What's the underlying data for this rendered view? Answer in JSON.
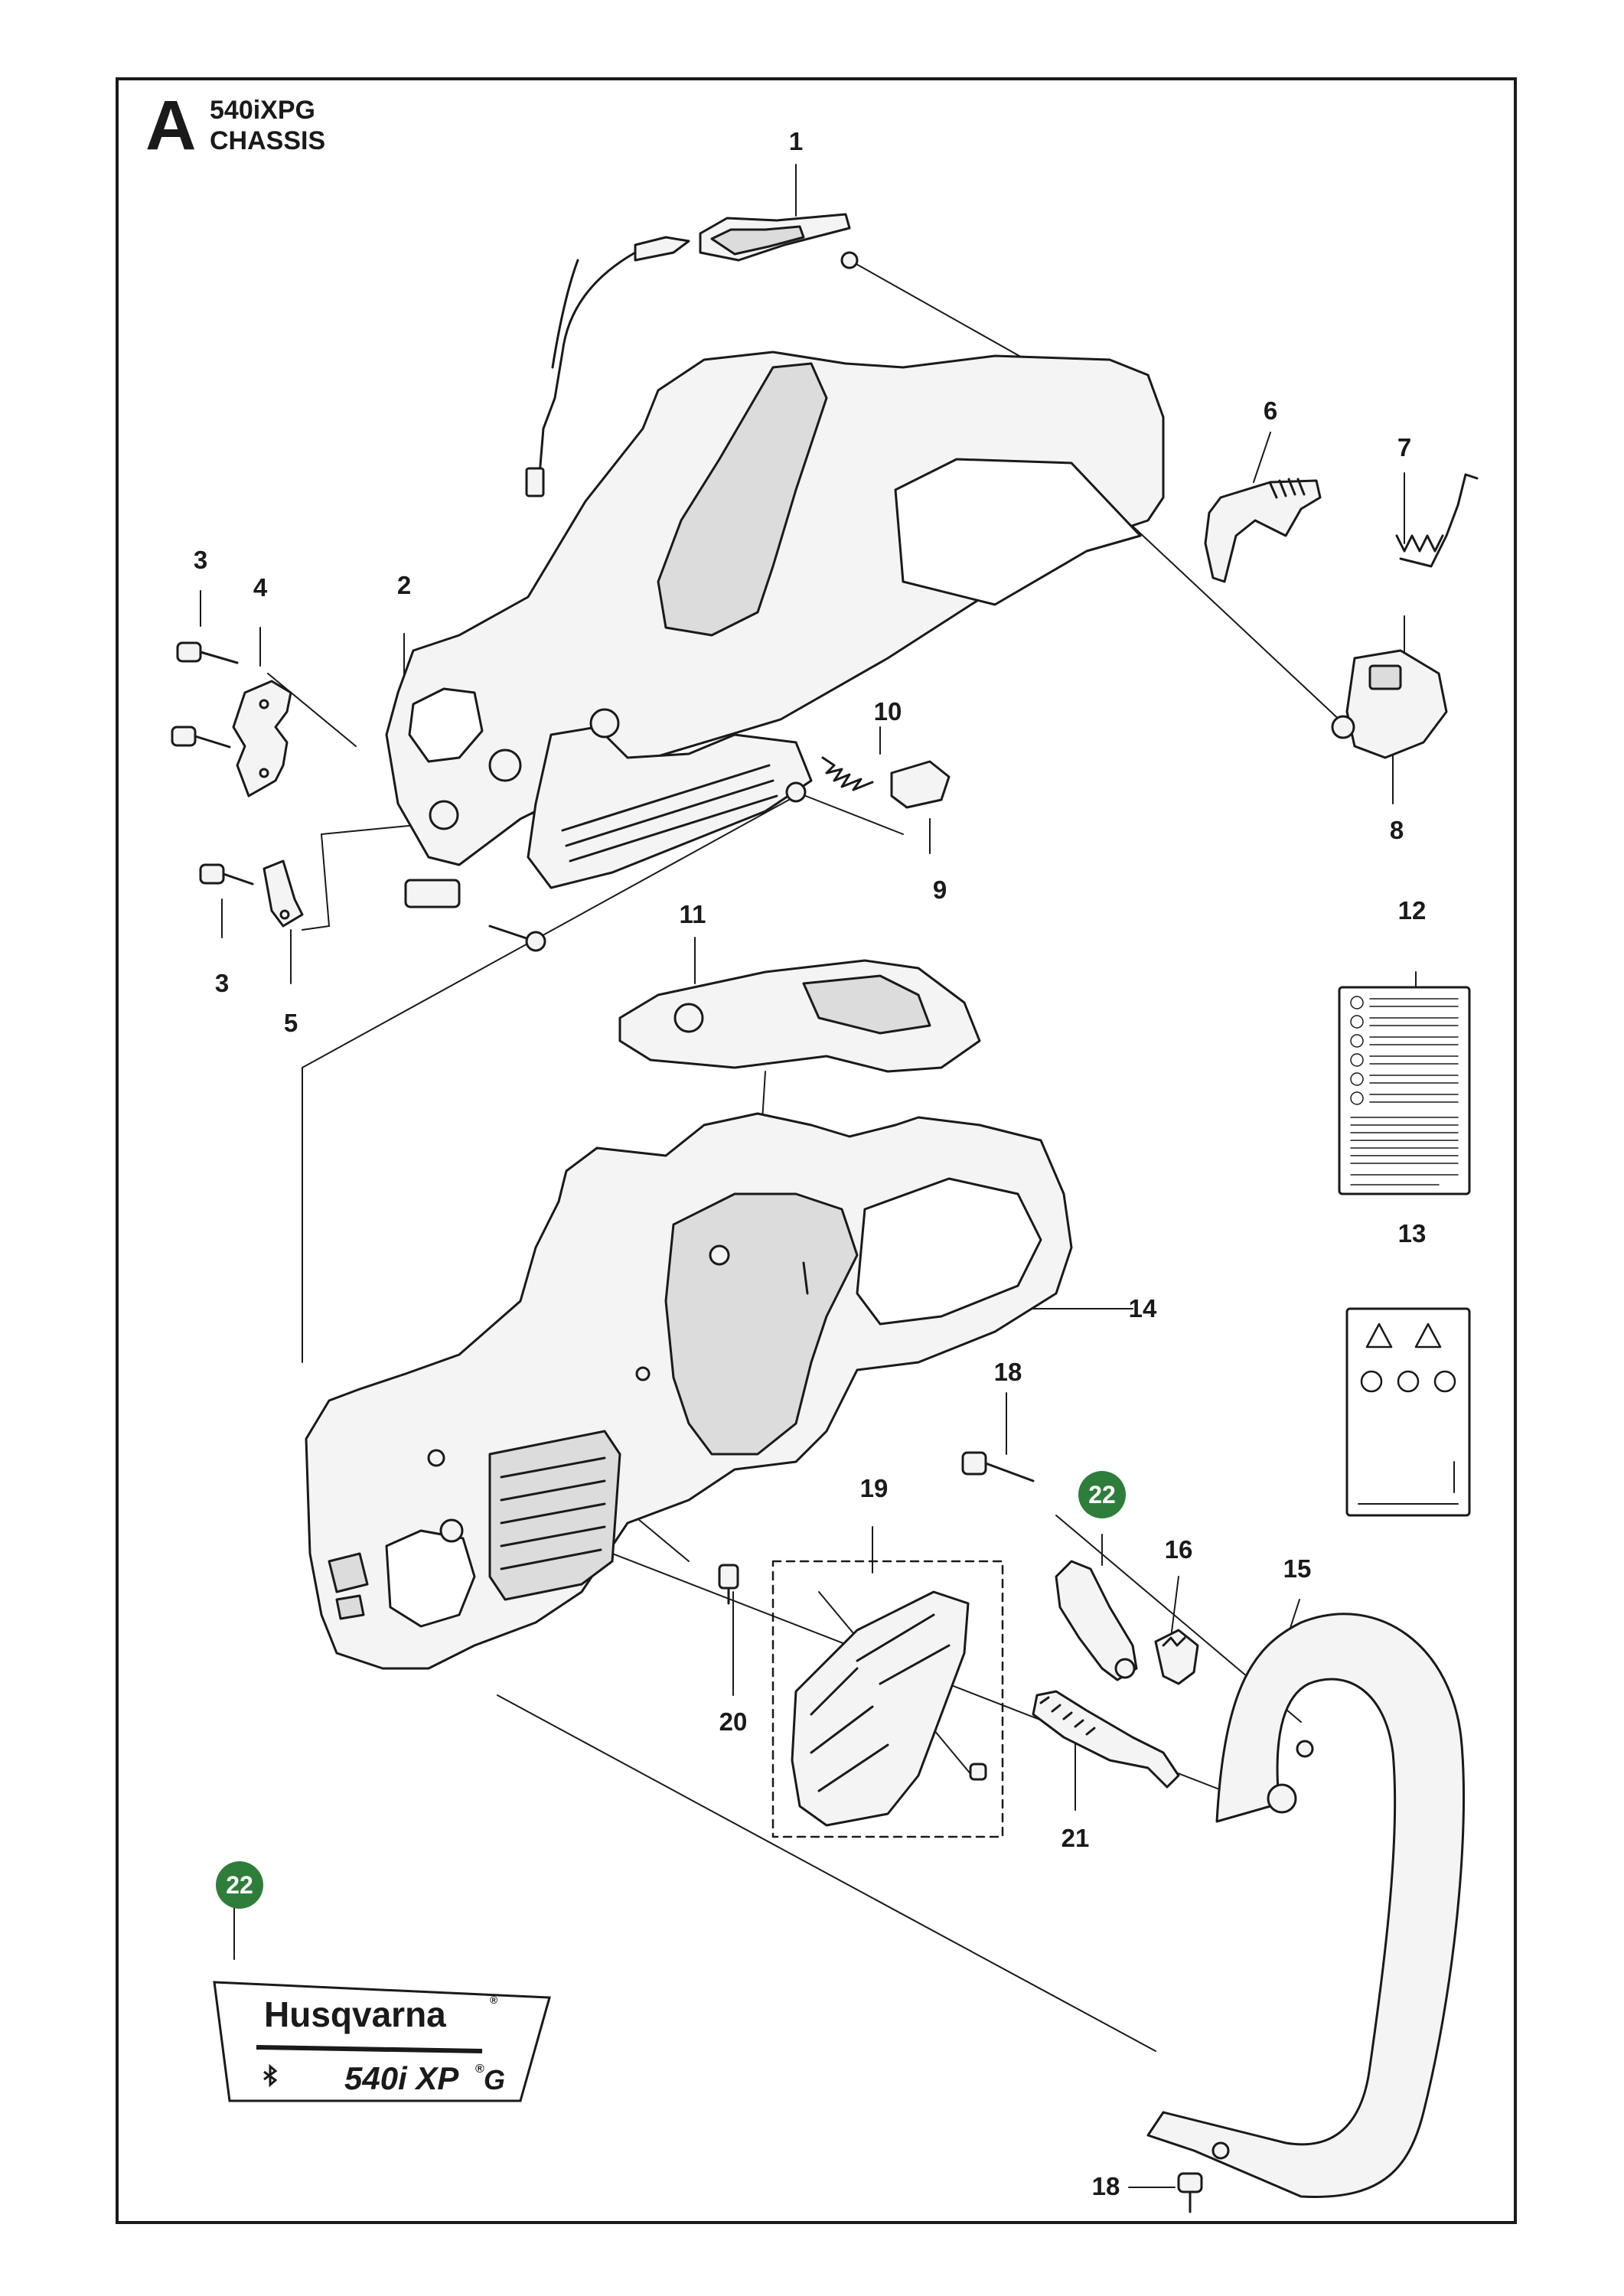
{
  "header": {
    "section_letter": "A",
    "model": "540iXPG",
    "section_title": "CHASSIS"
  },
  "callouts": [
    {
      "id": "1",
      "label": "1"
    },
    {
      "id": "2",
      "label": "2"
    },
    {
      "id": "3a",
      "label": "3"
    },
    {
      "id": "3b",
      "label": "3"
    },
    {
      "id": "4",
      "label": "4"
    },
    {
      "id": "5",
      "label": "5"
    },
    {
      "id": "6",
      "label": "6"
    },
    {
      "id": "7",
      "label": "7"
    },
    {
      "id": "8",
      "label": "8"
    },
    {
      "id": "9",
      "label": "9"
    },
    {
      "id": "10",
      "label": "10"
    },
    {
      "id": "11",
      "label": "11"
    },
    {
      "id": "12",
      "label": "12"
    },
    {
      "id": "13",
      "label": "13"
    },
    {
      "id": "14",
      "label": "14"
    },
    {
      "id": "15",
      "label": "15"
    },
    {
      "id": "16",
      "label": "16"
    },
    {
      "id": "18a",
      "label": "18"
    },
    {
      "id": "18b",
      "label": "18"
    },
    {
      "id": "19",
      "label": "19"
    },
    {
      "id": "20",
      "label": "20"
    },
    {
      "id": "21",
      "label": "21"
    }
  ],
  "highlighted_callouts": [
    {
      "id": "22a",
      "label": "22"
    },
    {
      "id": "22b",
      "label": "22"
    }
  ],
  "decal": {
    "brand": "Husqvarna",
    "model_text": "540i XP",
    "model_suffix": "G",
    "registered_mark": "®",
    "bluetooth_icon": "bluetooth-icon"
  },
  "colors": {
    "line": "#1a1a1a",
    "part_fill": "#f4f4f4",
    "part_shade": "#dcdcdc",
    "highlight_green": "#2f7d3a"
  }
}
